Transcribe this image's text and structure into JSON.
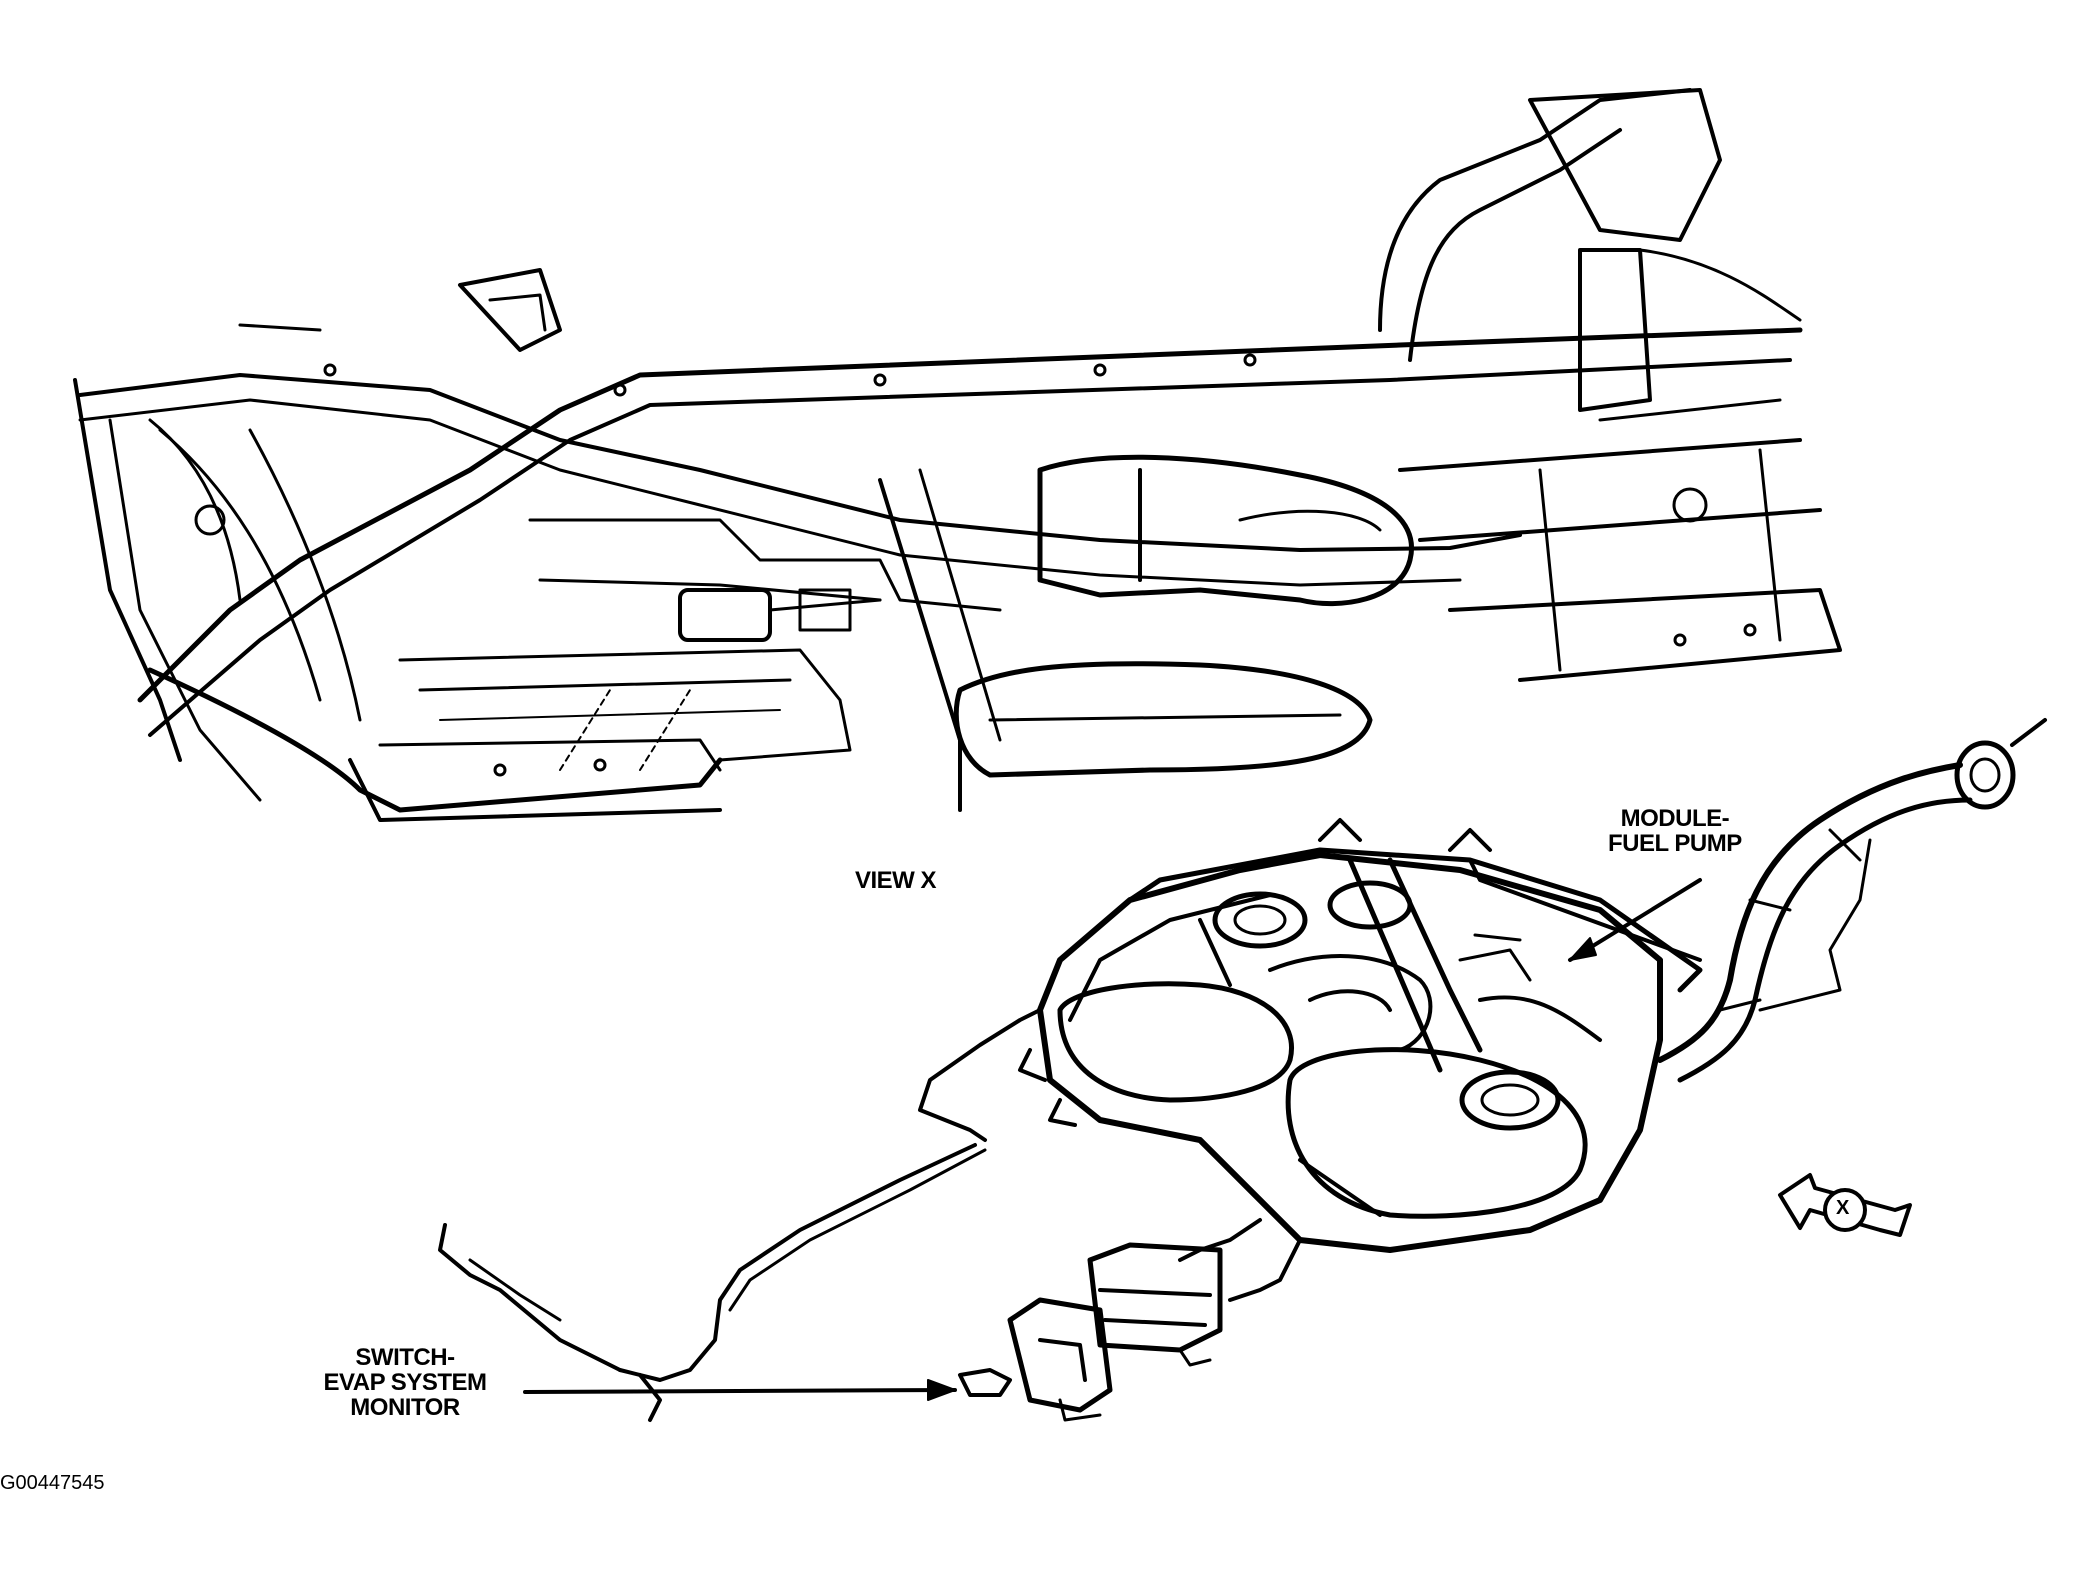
{
  "labels": {
    "view": "VIEW X",
    "fuel_pump": [
      "MODULE-",
      "FUEL PUMP"
    ],
    "evap_switch": [
      "SWITCH-",
      "EVAP SYSTEM",
      "MONITOR"
    ],
    "view_marker": "X"
  },
  "figure_id": "G00447545",
  "colors": {
    "ink": "#000000",
    "paper": "#ffffff"
  }
}
